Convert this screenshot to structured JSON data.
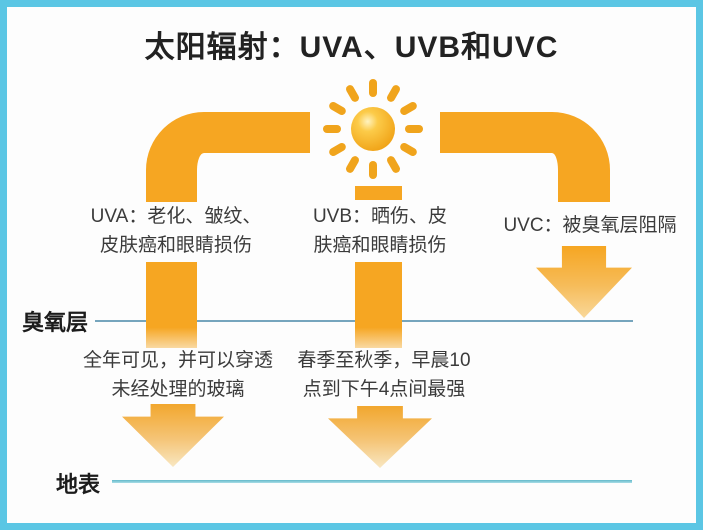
{
  "title": "太阳辐射：UVA、UVB和UVC",
  "bands": {
    "uva": {
      "label_line1": "UVA：老化、皱纹、",
      "label_line2": "皮肤癌和眼睛损伤",
      "note_line1": "全年可见，并可以穿透",
      "note_line2": "未经处理的玻璃"
    },
    "uvb": {
      "label_line1": "UVB：晒伤、皮",
      "label_line2": "肤癌和眼睛损伤",
      "note_line1": "春季至秋季，早晨10",
      "note_line2": "点到下午4点间最强"
    },
    "uvc": {
      "label": "UVC：被臭氧层阻隔"
    }
  },
  "layers": {
    "ozone": "臭氧层",
    "surface": "地表"
  },
  "icons": {
    "sun": "sun-icon"
  },
  "colors": {
    "pipe_orange": "#F6A622",
    "arrow_fade": "#F8E7C2",
    "border_blue": "#5BC6E4",
    "ozone_line": "#76A5BD",
    "surface_line": "#82CBD8",
    "title_text": "#222222",
    "body_text": "#3B3B3B"
  }
}
